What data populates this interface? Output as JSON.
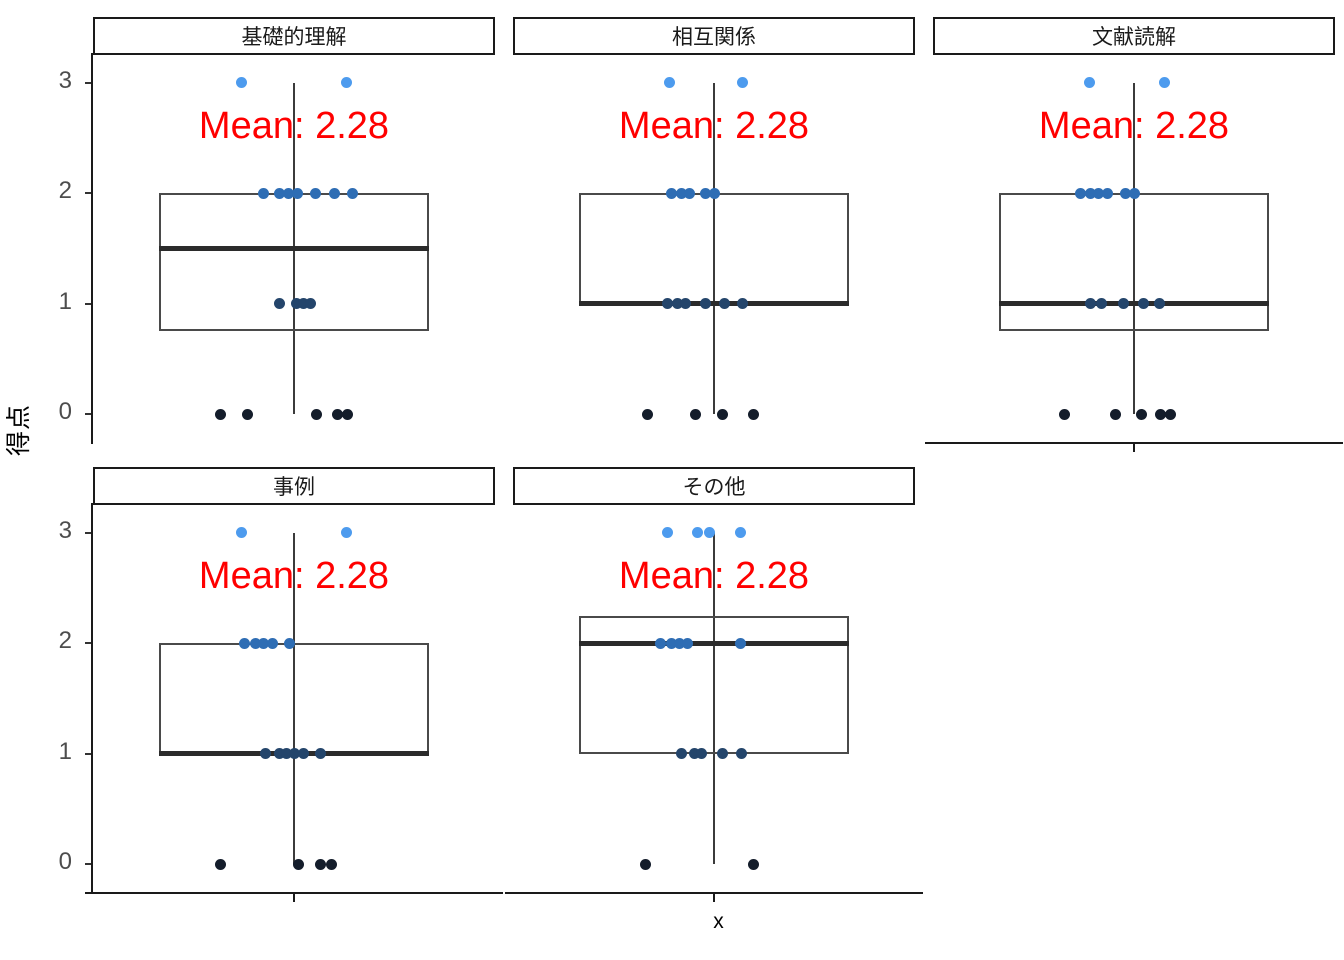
{
  "chart_data": {
    "type": "box",
    "title": "",
    "xlabel": "x",
    "ylabel": "得点",
    "ylim": [
      -0.25,
      3.25
    ],
    "yticks": [
      "0",
      "1",
      "2",
      "3"
    ],
    "ytickvalues": [
      0,
      1,
      2,
      3
    ],
    "grid": false,
    "legend": "none",
    "facet_layout": {
      "rows": 2,
      "cols": 3,
      "wrap": true
    },
    "annotation_color": "#ff0000",
    "point_colors": {
      "0": "#141d2b",
      "1": "#24456b",
      "2": "#2e6db4",
      "3": "#4d9bee"
    },
    "panels": [
      {
        "label": "基礎的理解",
        "mean_text": "Mean: 2.28",
        "mean": 2.28,
        "box": {
          "lower": 0.75,
          "median": 1.5,
          "upper": 2.0,
          "whisker_low": 0.0,
          "whisker_high": 3.0
        },
        "points": [
          {
            "x": 0.37,
            "y": 3
          },
          {
            "x": 0.63,
            "y": 3
          },
          {
            "x": 0.425,
            "y": 2
          },
          {
            "x": 0.465,
            "y": 2
          },
          {
            "x": 0.487,
            "y": 2
          },
          {
            "x": 0.508,
            "y": 2
          },
          {
            "x": 0.553,
            "y": 2
          },
          {
            "x": 0.6,
            "y": 2
          },
          {
            "x": 0.645,
            "y": 2
          },
          {
            "x": 0.463,
            "y": 1
          },
          {
            "x": 0.505,
            "y": 1
          },
          {
            "x": 0.523,
            "y": 1
          },
          {
            "x": 0.54,
            "y": 1
          },
          {
            "x": 0.318,
            "y": 0
          },
          {
            "x": 0.385,
            "y": 0
          },
          {
            "x": 0.555,
            "y": 0
          },
          {
            "x": 0.607,
            "y": 0
          },
          {
            "x": 0.633,
            "y": 0
          }
        ]
      },
      {
        "label": "相互関係",
        "mean_text": "Mean: 2.28",
        "mean": 2.28,
        "box": {
          "lower": 1.0,
          "median": 1.0,
          "upper": 2.0,
          "whisker_low": 0.0,
          "whisker_high": 3.0
        },
        "points": [
          {
            "x": 0.39,
            "y": 3
          },
          {
            "x": 0.57,
            "y": 3
          },
          {
            "x": 0.395,
            "y": 2
          },
          {
            "x": 0.418,
            "y": 2
          },
          {
            "x": 0.44,
            "y": 2
          },
          {
            "x": 0.478,
            "y": 2
          },
          {
            "x": 0.5,
            "y": 2
          },
          {
            "x": 0.385,
            "y": 1
          },
          {
            "x": 0.408,
            "y": 1
          },
          {
            "x": 0.428,
            "y": 1
          },
          {
            "x": 0.478,
            "y": 1
          },
          {
            "x": 0.525,
            "y": 1
          },
          {
            "x": 0.57,
            "y": 1
          },
          {
            "x": 0.335,
            "y": 0
          },
          {
            "x": 0.455,
            "y": 0
          },
          {
            "x": 0.52,
            "y": 0
          },
          {
            "x": 0.598,
            "y": 0
          }
        ]
      },
      {
        "label": "文献読解",
        "mean_text": "Mean: 2.28",
        "mean": 2.28,
        "box": {
          "lower": 0.75,
          "median": 1.0,
          "upper": 2.0,
          "whisker_low": 0.0,
          "whisker_high": 3.0
        },
        "points": [
          {
            "x": 0.39,
            "y": 3
          },
          {
            "x": 0.575,
            "y": 3
          },
          {
            "x": 0.368,
            "y": 2
          },
          {
            "x": 0.392,
            "y": 2
          },
          {
            "x": 0.412,
            "y": 2
          },
          {
            "x": 0.435,
            "y": 2
          },
          {
            "x": 0.478,
            "y": 2
          },
          {
            "x": 0.5,
            "y": 2
          },
          {
            "x": 0.392,
            "y": 1
          },
          {
            "x": 0.418,
            "y": 1
          },
          {
            "x": 0.475,
            "y": 1
          },
          {
            "x": 0.523,
            "y": 1
          },
          {
            "x": 0.563,
            "y": 1
          },
          {
            "x": 0.328,
            "y": 0
          },
          {
            "x": 0.455,
            "y": 0
          },
          {
            "x": 0.518,
            "y": 0
          },
          {
            "x": 0.565,
            "y": 0
          },
          {
            "x": 0.592,
            "y": 0
          }
        ]
      },
      {
        "label": "事例",
        "mean_text": "Mean: 2.28",
        "mean": 2.28,
        "box": {
          "lower": 1.0,
          "median": 1.0,
          "upper": 2.0,
          "whisker_low": 0.0,
          "whisker_high": 3.0
        },
        "points": [
          {
            "x": 0.37,
            "y": 3
          },
          {
            "x": 0.63,
            "y": 3
          },
          {
            "x": 0.378,
            "y": 2
          },
          {
            "x": 0.405,
            "y": 2
          },
          {
            "x": 0.425,
            "y": 2
          },
          {
            "x": 0.447,
            "y": 2
          },
          {
            "x": 0.49,
            "y": 2
          },
          {
            "x": 0.43,
            "y": 1
          },
          {
            "x": 0.465,
            "y": 1
          },
          {
            "x": 0.482,
            "y": 1
          },
          {
            "x": 0.502,
            "y": 1
          },
          {
            "x": 0.523,
            "y": 1
          },
          {
            "x": 0.565,
            "y": 1
          },
          {
            "x": 0.318,
            "y": 0
          },
          {
            "x": 0.512,
            "y": 0
          },
          {
            "x": 0.565,
            "y": 0
          },
          {
            "x": 0.593,
            "y": 0
          }
        ]
      },
      {
        "label": "その他",
        "mean_text": "Mean: 2.28",
        "mean": 2.28,
        "box": {
          "lower": 1.0,
          "median": 2.0,
          "upper": 2.25,
          "whisker_low": 0.0,
          "whisker_high": 3.0
        },
        "points": [
          {
            "x": 0.385,
            "y": 3
          },
          {
            "x": 0.46,
            "y": 3
          },
          {
            "x": 0.488,
            "y": 3
          },
          {
            "x": 0.565,
            "y": 3
          },
          {
            "x": 0.368,
            "y": 2
          },
          {
            "x": 0.395,
            "y": 2
          },
          {
            "x": 0.413,
            "y": 2
          },
          {
            "x": 0.435,
            "y": 2
          },
          {
            "x": 0.565,
            "y": 2
          },
          {
            "x": 0.418,
            "y": 1
          },
          {
            "x": 0.452,
            "y": 1
          },
          {
            "x": 0.468,
            "y": 1
          },
          {
            "x": 0.52,
            "y": 1
          },
          {
            "x": 0.568,
            "y": 1
          },
          {
            "x": 0.33,
            "y": 0
          },
          {
            "x": 0.598,
            "y": 0
          }
        ]
      }
    ]
  },
  "axes": {
    "y_title": "得点",
    "x_title": "x"
  }
}
